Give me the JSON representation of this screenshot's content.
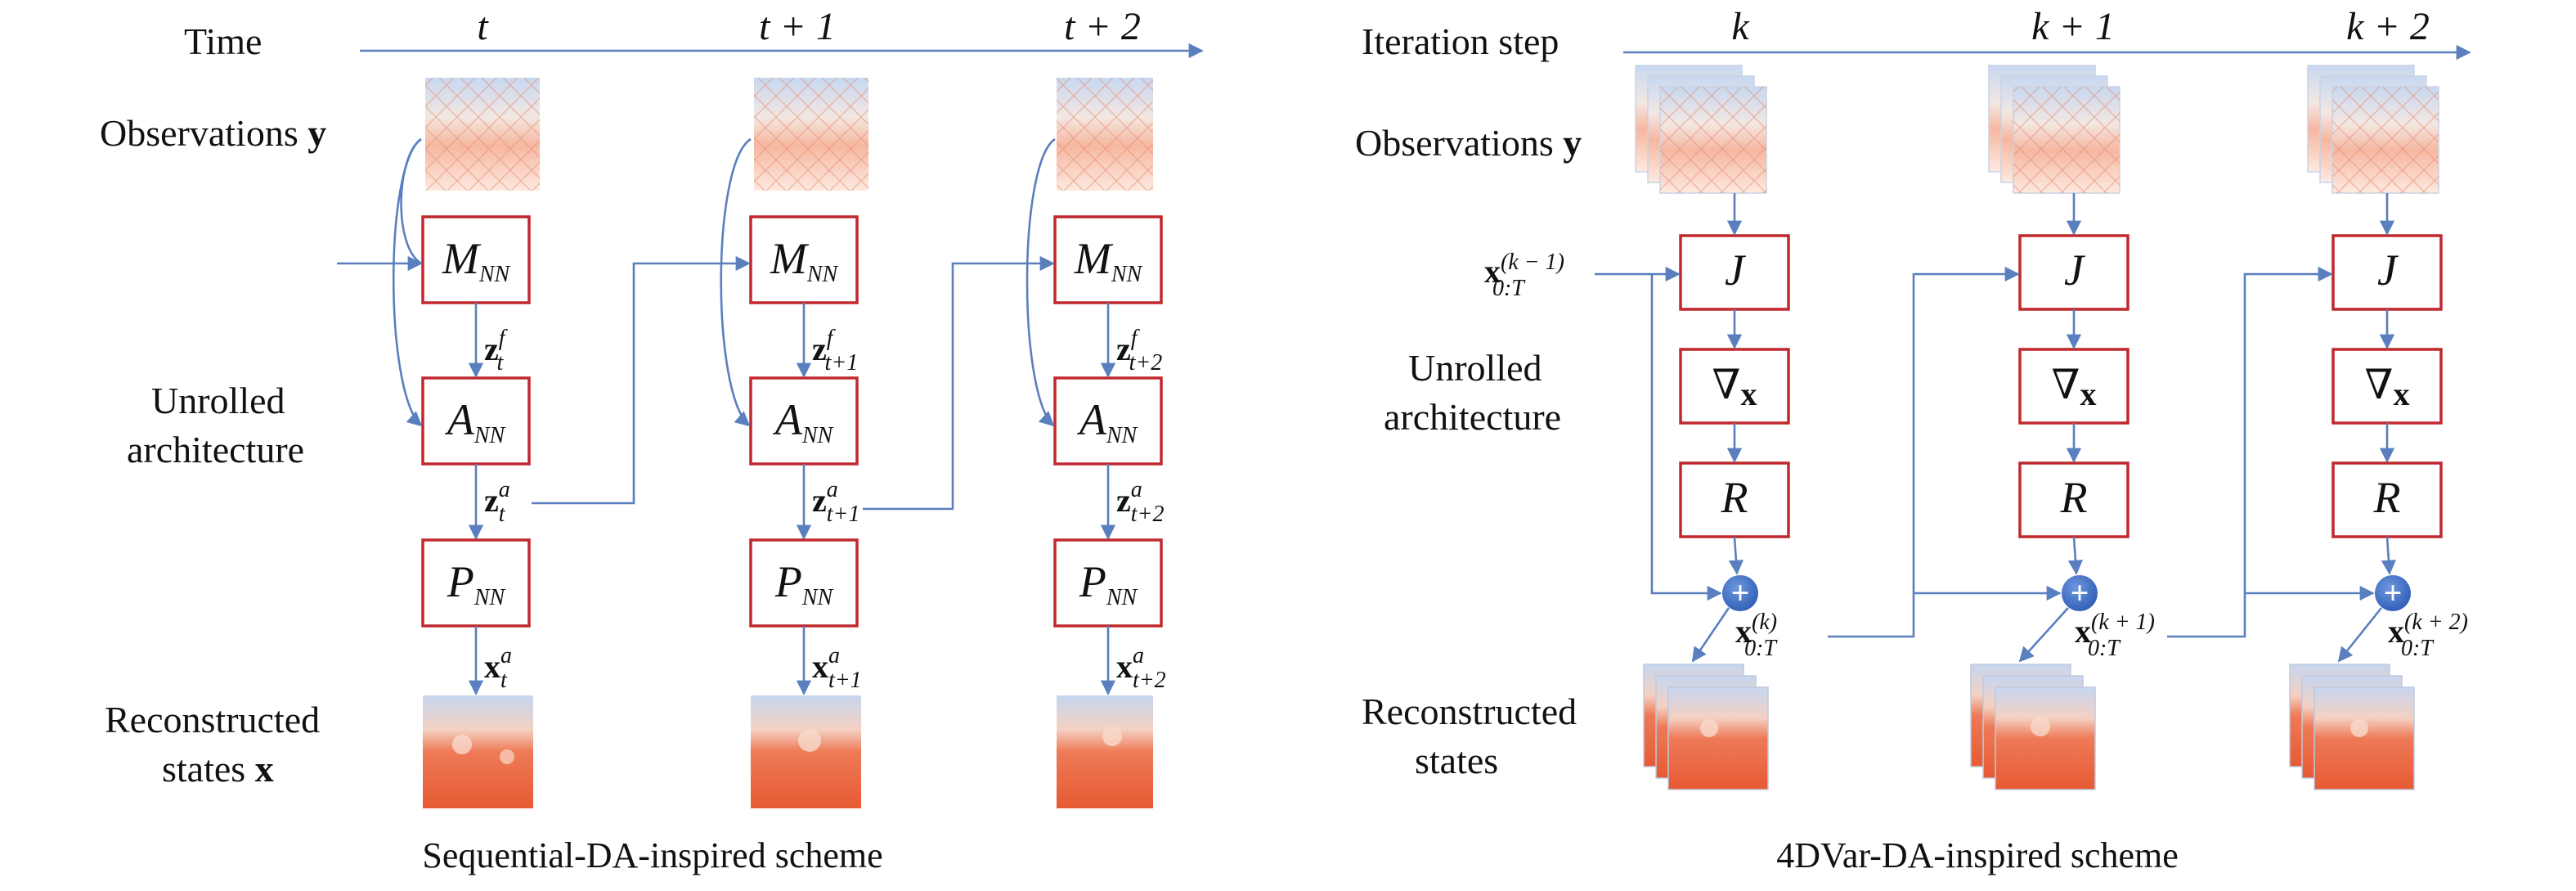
{
  "sequential": {
    "axis_label": "Time",
    "steps": [
      "t",
      "t + 1",
      "t + 2"
    ],
    "obs_label": "Observations",
    "obs_var": "y",
    "unrolled_label_1": "Unrolled",
    "unrolled_label_2": "architecture",
    "recon_label_1": "Reconstructed",
    "recon_label_2": "states",
    "recon_var": "x",
    "model_block": {
      "sym": "M",
      "sub": "NN"
    },
    "assim_block": {
      "sym": "A",
      "sub": "NN"
    },
    "proj_block": {
      "sym": "P",
      "sub": "NN"
    },
    "forecast_vars": [
      {
        "base": "z",
        "sup": "f",
        "sub": "t"
      },
      {
        "base": "z",
        "sup": "f",
        "sub": "t+1"
      },
      {
        "base": "z",
        "sup": "f",
        "sub": "t+2"
      }
    ],
    "analysis_vars": [
      {
        "base": "z",
        "sup": "a",
        "sub": "t"
      },
      {
        "base": "z",
        "sup": "a",
        "sub": "t+1"
      },
      {
        "base": "z",
        "sup": "a",
        "sub": "t+2"
      }
    ],
    "output_vars": [
      {
        "base": "x",
        "sup": "a",
        "sub": "t"
      },
      {
        "base": "x",
        "sup": "a",
        "sub": "t+1"
      },
      {
        "base": "x",
        "sup": "a",
        "sub": "t+2"
      }
    ],
    "caption": "Sequential-DA-inspired scheme"
  },
  "fourdvar": {
    "axis_label": "Iteration step",
    "steps": [
      "k",
      "k + 1",
      "k + 2"
    ],
    "obs_label": "Observations",
    "obs_var": "y",
    "unrolled_label_1": "Unrolled",
    "unrolled_label_2": "architecture",
    "recon_label_1": "Reconstructed",
    "recon_label_2": "states",
    "cost_sym": "J",
    "grad_sym": "∇",
    "grad_sub": "x",
    "reg_sym": "R",
    "plus_glyph": "+",
    "init_var": {
      "base": "x",
      "sup": "(k − 1)",
      "sub": "0:T"
    },
    "iter_vars": [
      {
        "base": "x",
        "sup": "(k)",
        "sub": "0:T"
      },
      {
        "base": "x",
        "sup": "(k + 1)",
        "sub": "0:T"
      },
      {
        "base": "x",
        "sup": "(k + 2)",
        "sub": "0:T"
      }
    ],
    "caption": "4DVar-DA-inspired scheme"
  },
  "colors": {
    "block_border": "#c0282e",
    "arrow": "#5a7fbf",
    "plus_node": "#3d6fc4",
    "field_warm": "#e8603c",
    "field_cool": "#a9c4ea"
  },
  "icons": {
    "plus_node": "circle-plus-icon",
    "observation_thumb": "observation-field-icon",
    "state_thumb": "state-field-icon"
  }
}
